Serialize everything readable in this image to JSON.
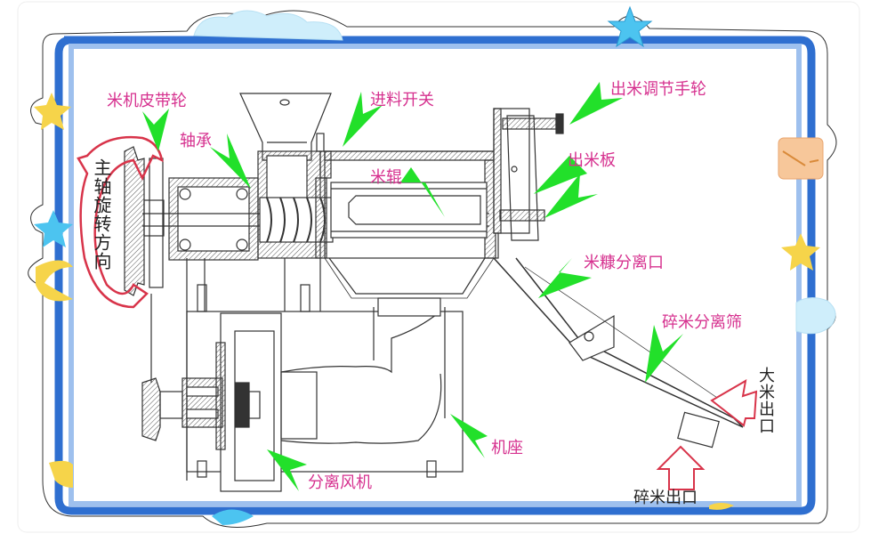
{
  "diagram": {
    "subject": "Rice milling machine cross-section (米机结构图)",
    "colors": {
      "frame_outer": "#2f6fd0",
      "frame_inner": "#9ec0ee",
      "label_pink": "#d6318f",
      "label_black": "#222222",
      "pointer_green": "#22e02a",
      "arrow_red": "#d8344a",
      "star_yellow": "#f6d44a",
      "star_blue": "#4cc4f0",
      "cloud": "#cfeefb",
      "tag_peach": "#f7c79a"
    },
    "labels": {
      "pulley": "米机皮带轮",
      "bearing": "轴承",
      "feed_switch": "进料开关",
      "rice_roller": "米辊",
      "outlet_handwheel": "出米调节手轮",
      "outlet_plate": "出米板",
      "bran_separation_port": "米糠分离口",
      "broken_rice_sieve": "碎米分离筛",
      "whole_rice_outlet": "大米出口",
      "broken_rice_outlet": "碎米出口",
      "base": "机座",
      "separation_fan": "分离风机",
      "spindle_rotation": "主轴旋转方向"
    }
  }
}
